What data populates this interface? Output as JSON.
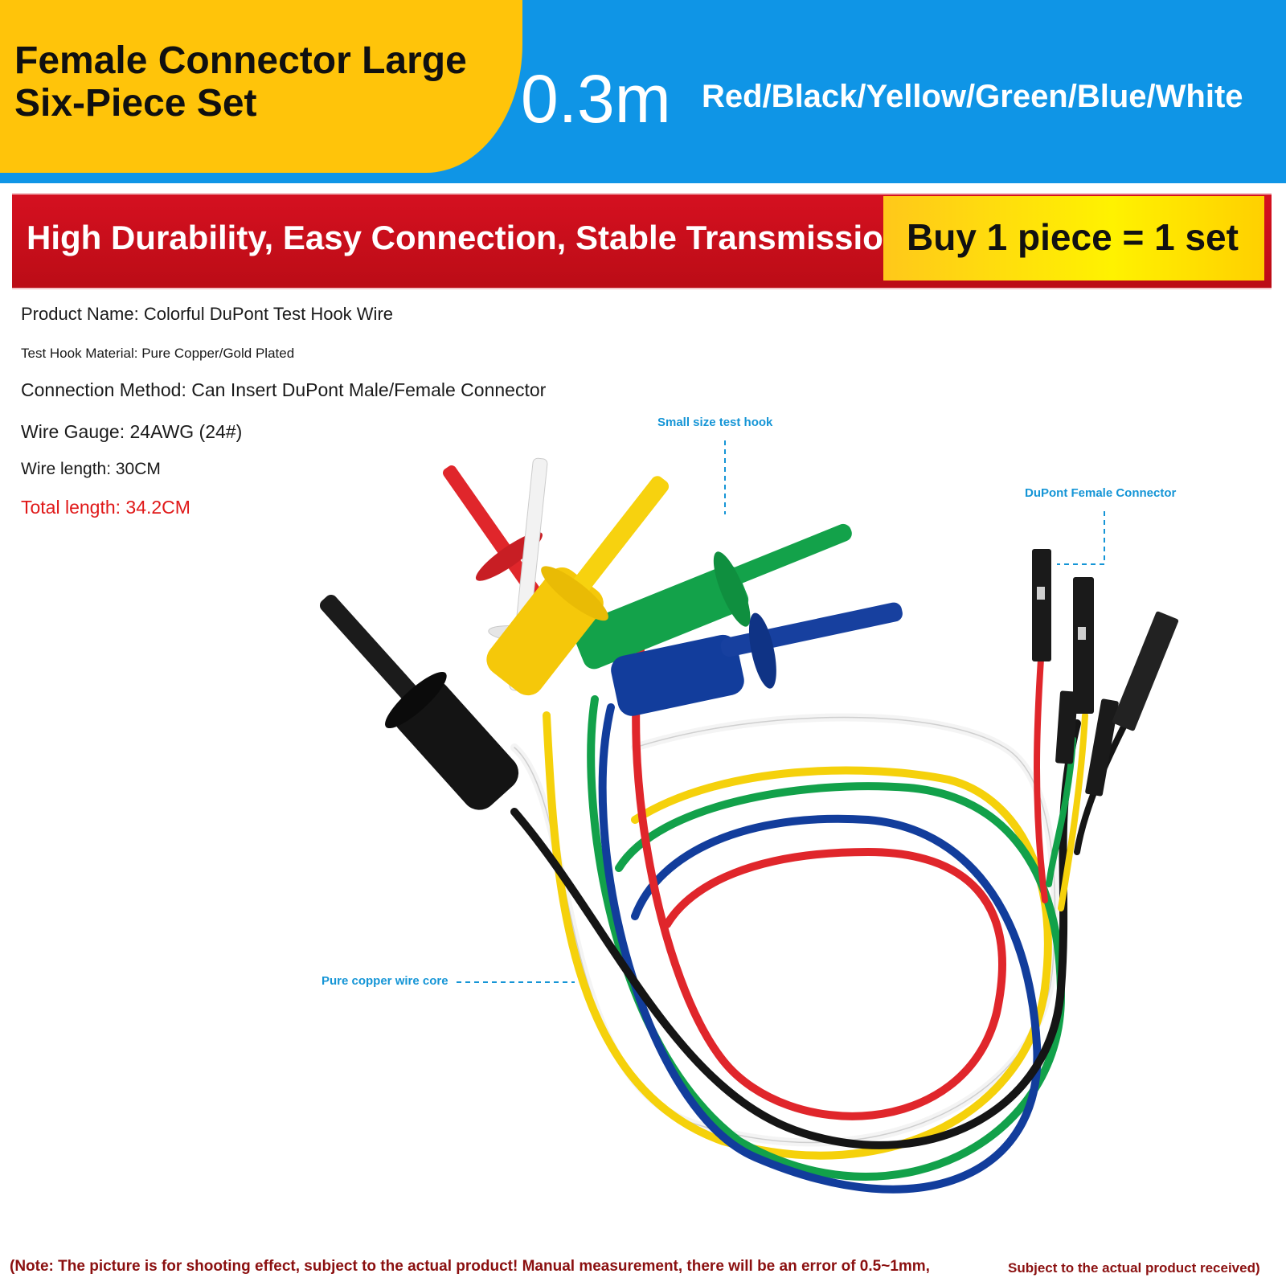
{
  "header": {
    "title_line1": "Female Connector Large",
    "title_line2": "Six-Piece Set",
    "length": "0.3m",
    "colors": "Red/Black/Yellow/Green/Blue/White"
  },
  "banner": {
    "slogan": "High Durability, Easy Connection, Stable Transmission",
    "buy": "Buy 1 piece = 1 set"
  },
  "specs": {
    "product_name": "Product Name: Colorful DuPont Test Hook Wire",
    "material": "Test Hook Material: Pure Copper/Gold Plated",
    "connection": "Connection Method: Can Insert DuPont Male/Female Connector",
    "gauge": "Wire Gauge: 24AWG (24#)",
    "wire_length": "Wire length: 30CM",
    "total_length": "Total length: 34.2CM"
  },
  "callouts": {
    "hook": "Small size test hook",
    "connector": "DuPont Female Connector",
    "core": "Pure copper wire core"
  },
  "footer": {
    "note": "(Note: The picture is for shooting effect, subject to the actual product! Manual measurement, there will be an error of 0.5~1mm,",
    "note_right": "Subject to the actual product received)"
  },
  "wire_colors": {
    "red": "#e0262b",
    "black": "#151515",
    "yellow": "#f5d10b",
    "green": "#12a14a",
    "blue": "#123d9c",
    "white": "#f4f4f4"
  }
}
